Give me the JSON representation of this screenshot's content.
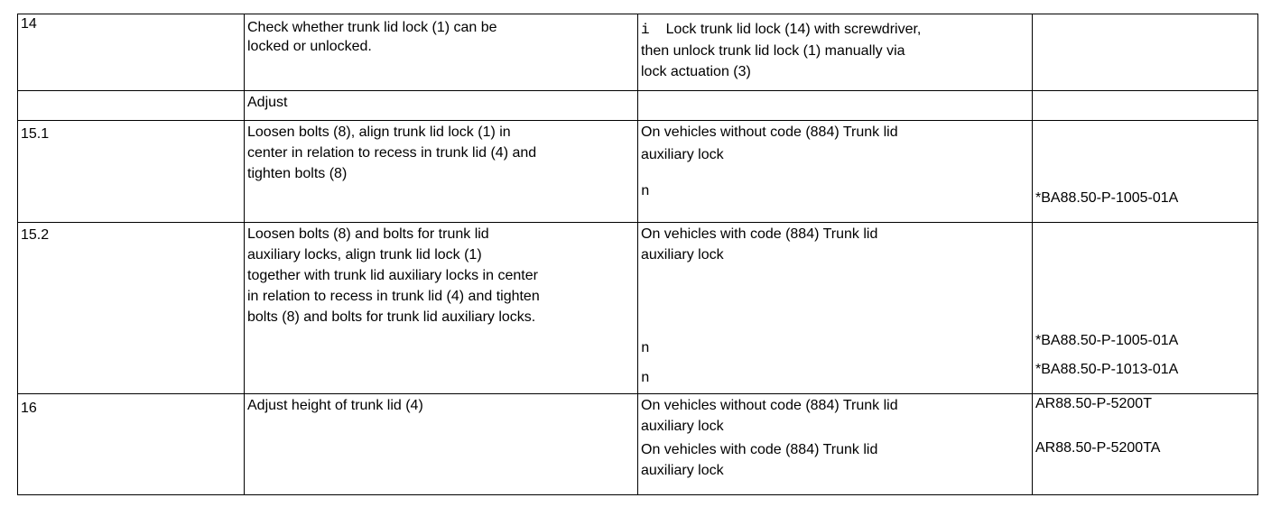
{
  "rows": [
    {
      "step": "14",
      "operation": [
        "Check whether trunk lid lock (1) can be",
        "locked or unlocked."
      ],
      "info_icon": "i",
      "note": [
        "Lock trunk lid lock (14) with screwdriver,",
        "then unlock trunk lid lock (1) manually via",
        "lock actuation (3)"
      ],
      "ref": ""
    },
    {
      "step": "",
      "operation": [
        "Adjust"
      ],
      "note": [],
      "ref": ""
    },
    {
      "step": "15.1",
      "operation": [
        "Loosen bolts (8), align trunk lid lock (1) in",
        "center in relation to recess in trunk lid (4) and",
        "tighten bolts (8)"
      ],
      "note": [
        "On vehicles without code (884) Trunk lid",
        "auxiliary lock"
      ],
      "marks": [
        "n"
      ],
      "refs": [
        "*BA88.50-P-1005-01A"
      ]
    },
    {
      "step": "15.2",
      "operation": [
        "Loosen bolts (8) and bolts for trunk lid",
        "auxiliary locks, align trunk lid lock (1)",
        "together with trunk lid auxiliary locks in center",
        "in relation to recess in trunk lid (4) and tighten",
        "bolts (8) and bolts for trunk lid auxiliary locks."
      ],
      "note": [
        "On vehicles with code (884) Trunk lid",
        "auxiliary lock"
      ],
      "marks": [
        "n",
        "n"
      ],
      "refs": [
        "*BA88.50-P-1005-01A",
        "*BA88.50-P-1013-01A"
      ]
    },
    {
      "step": "16",
      "operation": [
        "Adjust height of trunk lid (4)"
      ],
      "notes": [
        [
          "On vehicles without code (884) Trunk lid",
          "auxiliary lock"
        ],
        [
          "On vehicles with code (884) Trunk lid",
          "auxiliary lock"
        ]
      ],
      "refs": [
        "AR88.50-P-5200T",
        "AR88.50-P-5200TA"
      ]
    }
  ]
}
